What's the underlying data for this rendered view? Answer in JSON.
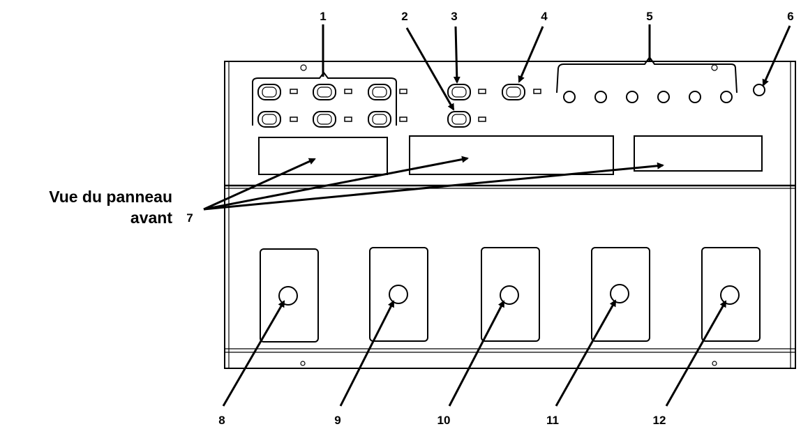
{
  "title_line1": "Vue du panneau",
  "title_line2": "avant",
  "callouts": {
    "c1": "1",
    "c2": "2",
    "c3": "3",
    "c4": "4",
    "c5": "5",
    "c6": "6",
    "c7": "7",
    "c8": "8",
    "c9": "9",
    "c10": "10",
    "c11": "11",
    "c12": "12"
  }
}
